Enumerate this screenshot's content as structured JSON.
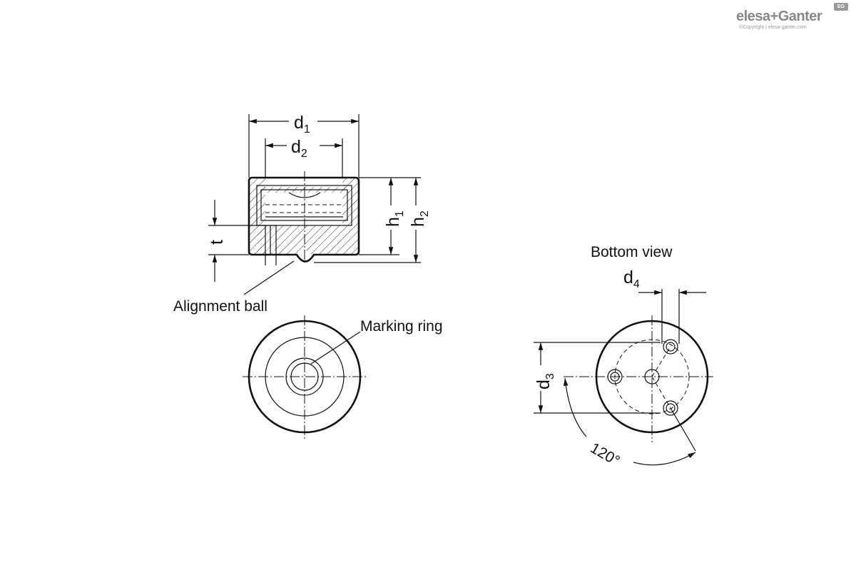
{
  "logo": {
    "brand": "elesa+Ganter",
    "copyright": "©Copyright | elesa-ganter.com",
    "badge": "EG"
  },
  "labels": {
    "alignment_ball": "Alignment ball",
    "marking_ring": "Marking ring",
    "bottom_view": "Bottom view"
  },
  "dimensions": {
    "d1": {
      "main": "d",
      "sub": "1"
    },
    "d2": {
      "main": "d",
      "sub": "2"
    },
    "d3": {
      "main": "d",
      "sub": "3"
    },
    "d4": {
      "main": "d",
      "sub": "4"
    },
    "h1": {
      "main": "h",
      "sub": "1"
    },
    "h2": {
      "main": "h",
      "sub": "2"
    },
    "t": "t",
    "angle": "120°"
  }
}
